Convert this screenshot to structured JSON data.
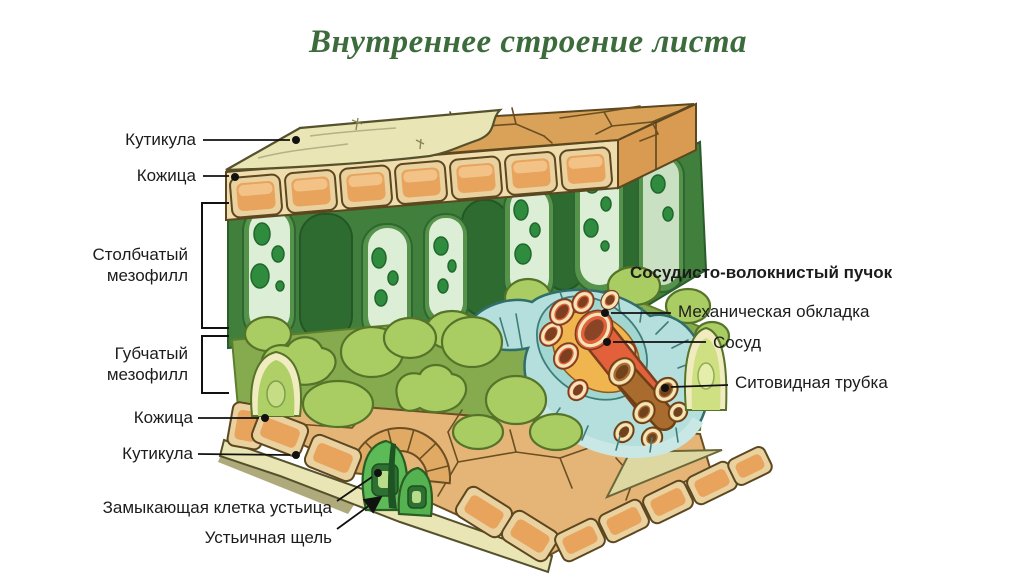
{
  "title": {
    "text": "Внутреннее строение листа",
    "color": "#3c6b3c"
  },
  "labels": {
    "cuticle_top": "Кутикула",
    "epidermis_top": "Кожица",
    "palisade_mesophyll": "Столбчатый мезофилл",
    "spongy_mesophyll": "Губчатый мезофилл",
    "epidermis_bottom": "Кожица",
    "cuticle_bottom": "Кутикула",
    "guard_cell": "Замыкающая клетка устьица",
    "stomatal_slit": "Устьичная щель",
    "vascular_bundle": "Сосудисто-волокнистый пучок",
    "mechanical_sheath": "Механическая обкладка",
    "vessel": "Сосуд",
    "sieve_tube": "Ситовидная трубка"
  },
  "colors": {
    "background": "#ffffff",
    "title_green": "#3c6b3c",
    "label_text": "#1c1c1c",
    "leader_line": "#111111",
    "cuticle_cream": "#e9e5b4",
    "epidermis_cell_orange": "#e8a45c",
    "epidermis_wall_cream": "#f0ddae",
    "epidermis_surface_tan": "#d9a258",
    "palisade_backdrop_green": "#41803c",
    "palisade_cell_pale": "#dceed6",
    "chloroplast_green": "#2f8b3e",
    "spongy_green": "#a9cd63",
    "guard_cell_green": "#5dbb57",
    "sheath_teal": "#b5dfdc",
    "vessel_red": "#e2603a",
    "sieve_region_yellow": "#f0b54e",
    "sieve_tube_brown": "#aa6b2f"
  }
}
